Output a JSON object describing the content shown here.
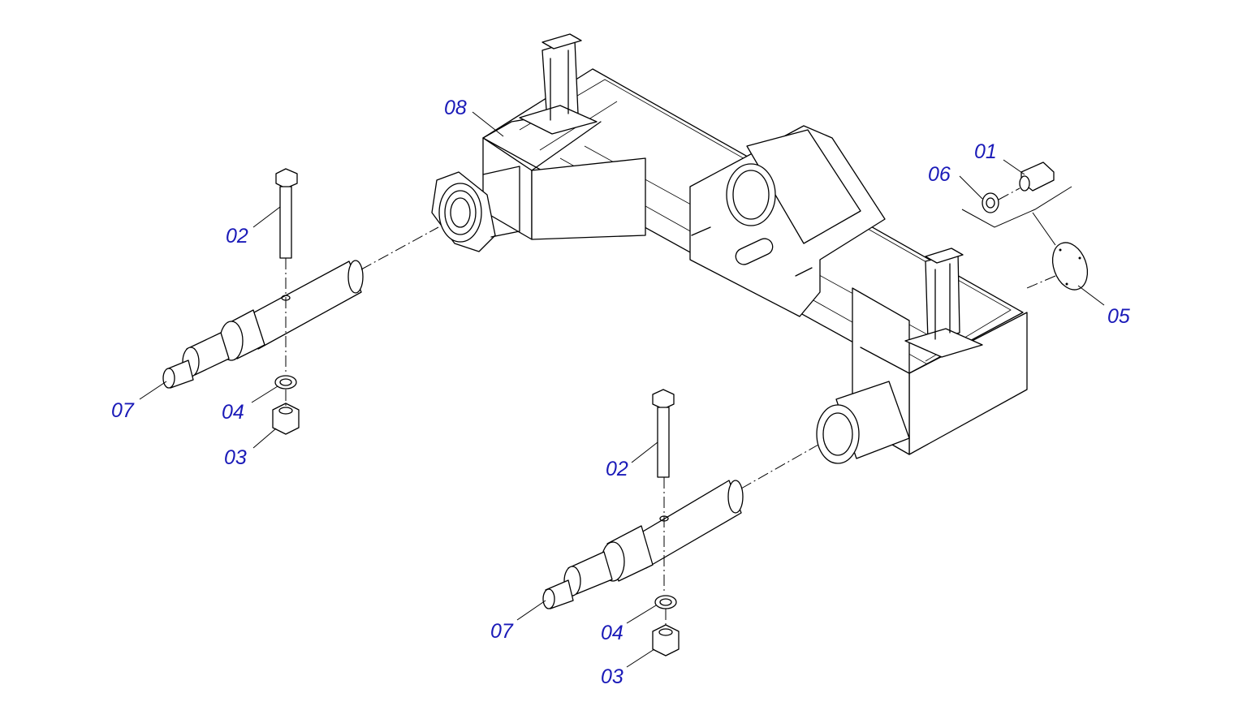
{
  "callouts": [
    {
      "id": "c01",
      "label": "01"
    },
    {
      "id": "c02a",
      "label": "02"
    },
    {
      "id": "c02b",
      "label": "02"
    },
    {
      "id": "c03a",
      "label": "03"
    },
    {
      "id": "c03b",
      "label": "03"
    },
    {
      "id": "c04a",
      "label": "04"
    },
    {
      "id": "c04b",
      "label": "04"
    },
    {
      "id": "c05",
      "label": "05"
    },
    {
      "id": "c06",
      "label": "06"
    },
    {
      "id": "c07a",
      "label": "07"
    },
    {
      "id": "c07b",
      "label": "07"
    },
    {
      "id": "c08",
      "label": "08"
    }
  ],
  "colors": {
    "callout_text": "#1a1ab8",
    "line": "#000000",
    "background": "#ffffff"
  }
}
